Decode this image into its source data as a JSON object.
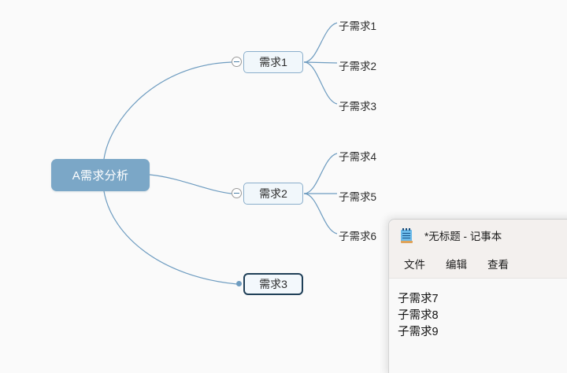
{
  "canvas": {
    "background": "#fafafa",
    "edge_color": "#6e9cc0"
  },
  "mindmap": {
    "root": {
      "label": "A需求分析",
      "fill": "#7ba7c7",
      "text_color": "#ffffff"
    },
    "branches": [
      {
        "label": "需求1",
        "toggle_icon": "collapse-minus-icon",
        "toggle_state": "expanded",
        "selected": false,
        "children": [
          "子需求1",
          "子需求2",
          "子需求3"
        ]
      },
      {
        "label": "需求2",
        "toggle_icon": "collapse-minus-icon",
        "toggle_state": "expanded",
        "selected": false,
        "children": [
          "子需求4",
          "子需求5",
          "子需求6"
        ]
      },
      {
        "label": "需求3",
        "toggle_icon": "none",
        "toggle_state": "leaf",
        "selected": true,
        "children": []
      }
    ],
    "leaves": [
      {
        "label": "子需求1"
      },
      {
        "label": "子需求2"
      },
      {
        "label": "子需求3"
      },
      {
        "label": "子需求4"
      },
      {
        "label": "子需求5"
      },
      {
        "label": "子需求6"
      }
    ]
  },
  "notepad": {
    "icon": "notepad-icon",
    "title": "*无标题 - 记事本",
    "menu": [
      {
        "label": "文件"
      },
      {
        "label": "编辑"
      },
      {
        "label": "查看"
      }
    ],
    "content_lines": [
      "子需求7",
      "子需求8",
      "子需求9"
    ],
    "titlebar_background": "#f3f0ee",
    "body_background": "#f9f9f9"
  }
}
